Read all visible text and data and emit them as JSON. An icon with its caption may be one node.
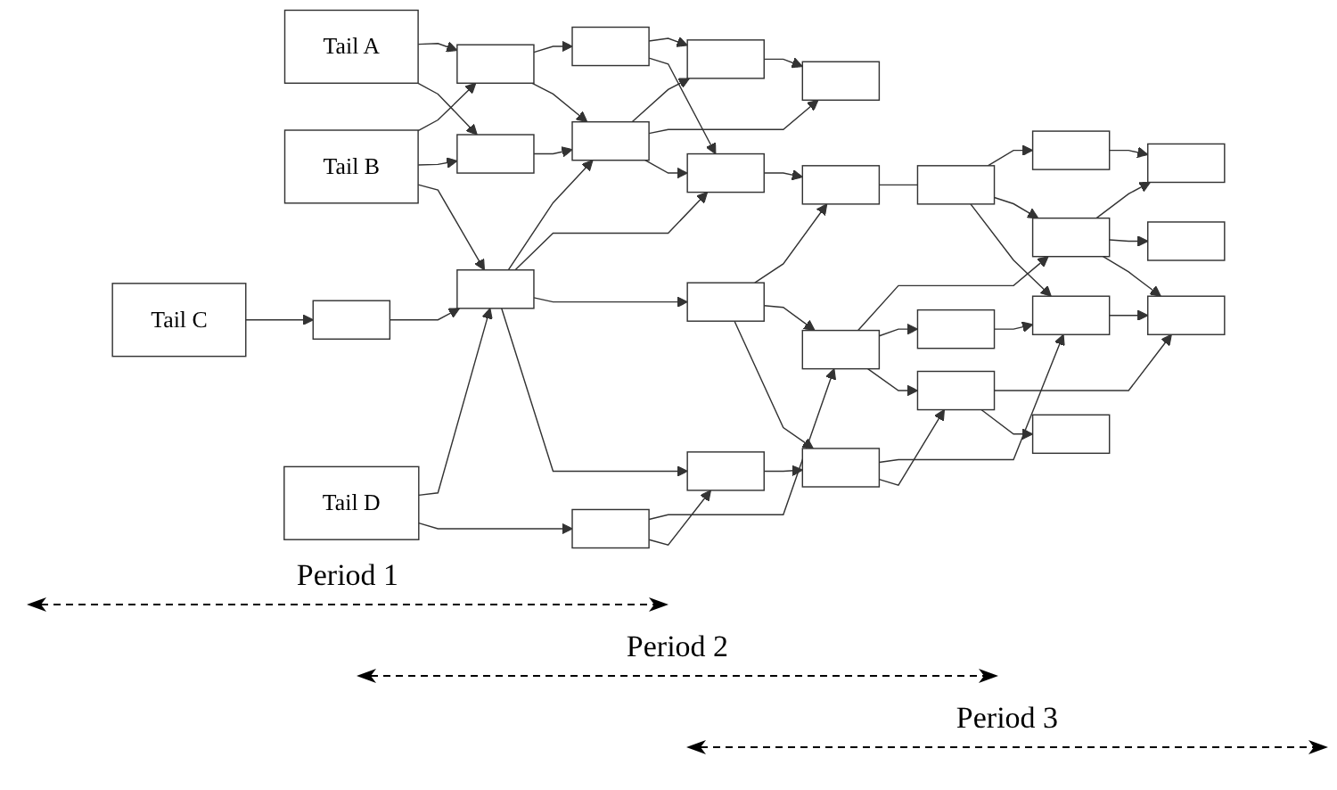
{
  "diagram": {
    "nodes": [
      {
        "text": [
          "Tail A"
        ]
      },
      {
        "text": [],
        "shape": "box"
      },
      {
        "text": [],
        "shape": "box"
      },
      {
        "text": [],
        "shape": "box"
      },
      {
        "text": [],
        "shape": "box"
      },
      {
        "text": [],
        "shape": "box"
      },
      {
        "text": [],
        "shape": "box"
      },
      {
        "text": [
          "Tail B"
        ]
      },
      {
        "text": [],
        "shape": "box"
      },
      {
        "text": [],
        "shape": "box"
      },
      {
        "text": [],
        "shape": "box"
      },
      {
        "text": [],
        "shape": "box"
      },
      {
        "text": [],
        "shape": "box"
      },
      {
        "text": [],
        "shape": "box"
      },
      {
        "text": [],
        "shape": "box"
      },
      {
        "text": [
          "Tail C"
        ]
      },
      {
        "text": [],
        "shape": "box"
      },
      {
        "text": [],
        "shape": "box"
      },
      {
        "text": [],
        "shape": "box"
      },
      {
        "text": [],
        "shape": "box"
      },
      {
        "text": [],
        "shape": "box"
      },
      {
        "text": [],
        "shape": "box"
      },
      {
        "text": [],
        "shape": "box"
      },
      {
        "text": [
          "Tail D"
        ]
      },
      {
        "text": [],
        "shape": "box"
      },
      {
        "text": [],
        "shape": "box"
      },
      {
        "text": [],
        "shape": "box"
      },
      {
        "text": [],
        "shape": "box"
      },
      {
        "text": [],
        "shape": "box"
      }
    ],
    "edges": [
      {
        "from": 0,
        "to": 1,
        "arrow": "to"
      },
      {
        "from": 0,
        "to": 8,
        "arrow": "to"
      },
      {
        "from": 7,
        "to": 1,
        "arrow": "to"
      },
      {
        "from": 7,
        "to": 8,
        "arrow": "to"
      },
      {
        "from": 7,
        "to": 17,
        "arrow": "to"
      },
      {
        "from": 15,
        "to": 16,
        "arrow": "to"
      },
      {
        "from": 16,
        "to": 17,
        "arrow": "to"
      },
      {
        "from": 23,
        "to": 17,
        "arrow": "to"
      },
      {
        "from": 23,
        "to": 24,
        "arrow": "to"
      },
      {
        "from": 1,
        "to": 2,
        "arrow": "to"
      },
      {
        "from": 1,
        "to": 9,
        "arrow": "to"
      },
      {
        "from": 8,
        "to": 9,
        "arrow": "to"
      },
      {
        "from": 17,
        "to": 9,
        "arrow": "to"
      },
      {
        "from": 17,
        "to": 10,
        "arrow": "to"
      },
      {
        "from": 17,
        "to": 18,
        "arrow": "to"
      },
      {
        "from": 17,
        "to": 25,
        "arrow": "to"
      },
      {
        "from": 2,
        "to": 3,
        "arrow": "to"
      },
      {
        "from": 2,
        "to": 10,
        "arrow": "to"
      },
      {
        "from": 9,
        "to": 3,
        "arrow": "to"
      },
      {
        "from": 9,
        "to": 4,
        "arrow": "to"
      },
      {
        "from": 9,
        "to": 10,
        "arrow": "to"
      },
      {
        "from": 3,
        "to": 4,
        "arrow": "to"
      },
      {
        "from": 10,
        "to": 11,
        "arrow": "to"
      },
      {
        "from": 11,
        "to": 12,
        "arrow": "none"
      },
      {
        "from": 18,
        "to": 11,
        "arrow": "to"
      },
      {
        "from": 18,
        "to": 19,
        "arrow": "to"
      },
      {
        "from": 18,
        "to": 26,
        "arrow": "to"
      },
      {
        "from": 24,
        "to": 19,
        "arrow": "to"
      },
      {
        "from": 24,
        "to": 25,
        "arrow": "to"
      },
      {
        "from": 25,
        "to": 26,
        "arrow": "to"
      },
      {
        "from": 12,
        "to": 5,
        "arrow": "to"
      },
      {
        "from": 12,
        "to": 13,
        "arrow": "to"
      },
      {
        "from": 12,
        "to": 21,
        "arrow": "to"
      },
      {
        "from": 19,
        "to": 13,
        "arrow": "to"
      },
      {
        "from": 19,
        "to": 20,
        "arrow": "to"
      },
      {
        "from": 19,
        "to": 27,
        "arrow": "to"
      },
      {
        "from": 20,
        "to": 21,
        "arrow": "to"
      },
      {
        "from": 26,
        "to": 21,
        "arrow": "to"
      },
      {
        "from": 26,
        "to": 27,
        "arrow": "to"
      },
      {
        "from": 5,
        "to": 6,
        "arrow": "to"
      },
      {
        "from": 13,
        "to": 6,
        "arrow": "to"
      },
      {
        "from": 13,
        "to": 14,
        "arrow": "to"
      },
      {
        "from": 13,
        "to": 22,
        "arrow": "to"
      },
      {
        "from": 21,
        "to": 22,
        "arrow": "to"
      },
      {
        "from": 27,
        "to": 22,
        "arrow": "to"
      },
      {
        "from": 27,
        "to": 28,
        "arrow": "to"
      }
    ],
    "labels": [
      "Period 1",
      "Period 2",
      "Period 3"
    ]
  }
}
